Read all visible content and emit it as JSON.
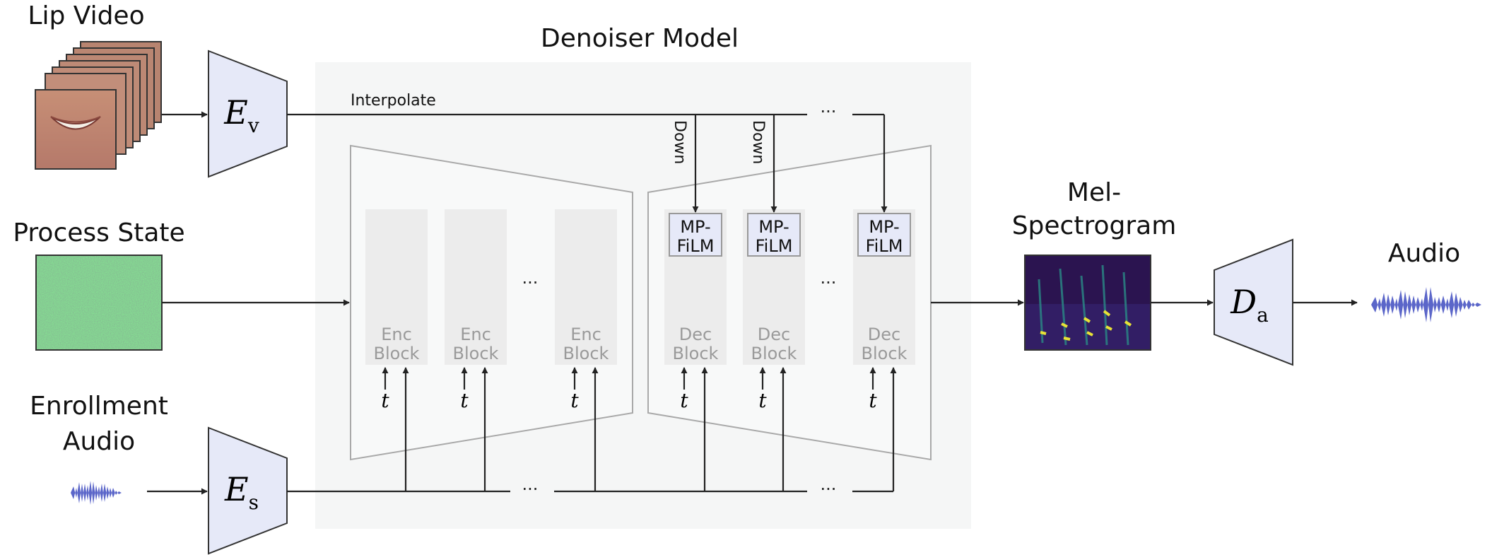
{
  "labels": {
    "lip_video": "Lip Video",
    "process_state": "Process State",
    "enrollment_audio_line1": "Enrollment",
    "enrollment_audio_line2": "Audio",
    "denoiser_model": "Denoiser Model",
    "interpolate": "Interpolate",
    "down": "Down",
    "mel_line1": "Mel-",
    "mel_line2": "Spectrogram",
    "audio": "Audio",
    "ellipsis": "···"
  },
  "encoders": {
    "video": {
      "symbol": "E",
      "subscript": "v"
    },
    "speaker": {
      "symbol": "E",
      "subscript": "s"
    },
    "decoder": {
      "symbol": "D",
      "subscript": "a"
    }
  },
  "enc_block": {
    "line1": "Enc",
    "line2": "Block"
  },
  "dec_block": {
    "line1": "Dec",
    "line2": "Block"
  },
  "mp_film": {
    "line1": "MP-",
    "line2": "FiLM"
  },
  "timestep": "t",
  "colors": {
    "encoder_fill": "#e6e9f8",
    "encoder_stroke": "#333333",
    "denoiser_bg": "#f5f6f6",
    "block_fill": "#ececec",
    "unet_stroke": "#a9a9a9",
    "waveform": "#5b66c9",
    "spectrogram_bg": "#2b1450",
    "noise_a": "#3c8d71",
    "noise_b": "#d4e04c"
  }
}
